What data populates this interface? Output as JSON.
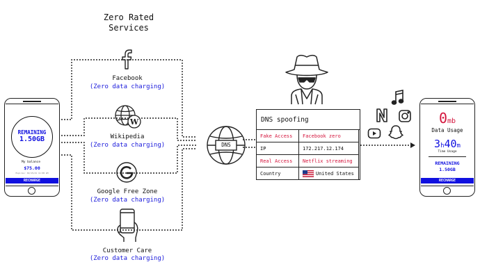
{
  "header": {
    "line1": "Zero Rated",
    "line2": "Services"
  },
  "services": [
    {
      "name": "Facebook",
      "zero": "(Zero data charging)",
      "icon": "facebook-icon"
    },
    {
      "name": "Wikipedia",
      "zero": "(Zero data charging)",
      "icon": "wikipedia-icon"
    },
    {
      "name": "Google Free Zone",
      "zero": "(Zero data charging)",
      "icon": "google-icon"
    },
    {
      "name": "Customer Care",
      "zero": "(Zero data charging)",
      "icon": "phone-hand-icon"
    }
  ],
  "left_phone": {
    "remaining_label": "REMAINING",
    "remaining_value": "1.50GB",
    "balance_label": "My balance",
    "balance_value": "$75.00",
    "expires": "Expires: 02/15/21 11:08 AM",
    "button": "RECHARGE"
  },
  "dns_node": {
    "label": "DNS"
  },
  "dns_table": {
    "title": "DNS spoofing",
    "rows": [
      {
        "key": "Fake Access",
        "value": "Facebook zero",
        "highlight": true
      },
      {
        "key": "IP",
        "value": "172.217.12.174",
        "highlight": false
      },
      {
        "key": "Real Access",
        "value": "Netflix streaming",
        "highlight": true
      },
      {
        "key": "Country",
        "value": "United States",
        "highlight": false,
        "flag": "us-flag-icon"
      }
    ]
  },
  "right_phone": {
    "data_value": "0",
    "data_unit": "mb",
    "data_label": "Data Usage",
    "time_h": "3",
    "time_h_unit": "h",
    "time_m": "40",
    "time_m_unit": "m",
    "time_label": "Time Usage",
    "remaining_label": "REMAINING",
    "remaining_value": "1.50GB",
    "button": "RECHARGE"
  },
  "apps": [
    "music-note-icon",
    "netflix-icon",
    "instagram-icon",
    "youtube-icon",
    "snapchat-icon"
  ],
  "colors": {
    "accent_blue": "#1010e0",
    "accent_red": "#d4143c",
    "link_blue": "#1a1adb"
  }
}
